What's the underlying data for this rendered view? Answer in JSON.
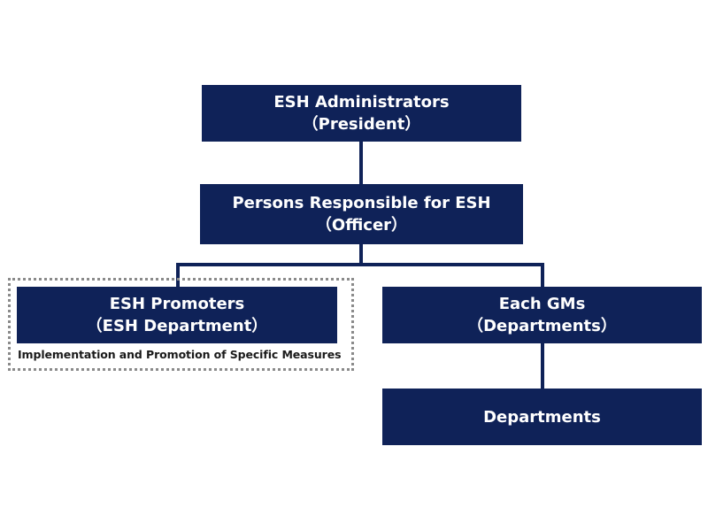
{
  "nodes": {
    "administrators": {
      "title": "ESH Administrators",
      "subtitle": "（President）"
    },
    "responsible": {
      "title": "Persons Responsible for ESH",
      "subtitle": "（Officer）"
    },
    "promoters": {
      "title": "ESH Promoters",
      "subtitle": "（ESH Department）"
    },
    "gms": {
      "title": "Each GMs",
      "subtitle": "（Departments）"
    },
    "departments": {
      "title": "Departments"
    }
  },
  "promoters_note": "Implementation and Promotion of Specific Measures",
  "colors": {
    "box_fill": "#0f2258",
    "box_text": "#ffffff",
    "dotted_border": "#8a8a8a"
  }
}
